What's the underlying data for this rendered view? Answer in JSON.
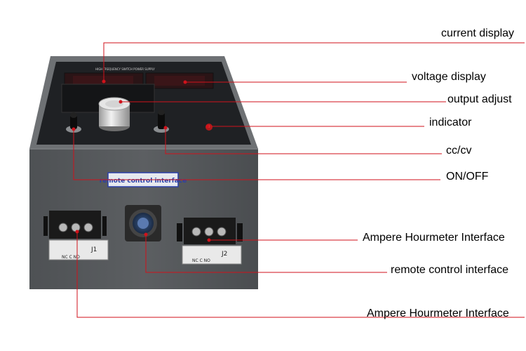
{
  "callouts": {
    "current_display": "current display",
    "voltage_display": "voltage display",
    "output_adjust": "output adjust",
    "indicator": "indicator",
    "cc_cv": "cc/cv",
    "on_off": "ON/OFF",
    "ampere_hourmeter_right": "Ampere Hourmeter Interface",
    "remote_control_interface": "remote control interface",
    "ampere_hourmeter_bottom": "Ampere Hourmeter Interface"
  },
  "device": {
    "front_label": "remote control interface",
    "terminal_left_name": "J1",
    "terminal_right_name": "J2",
    "terminal_left_pins": "NC  C  NO",
    "terminal_right_pins": "NC  C  NO",
    "top_title": "HIGH FREQUENCY SWITCH POWER SUPPLY"
  },
  "colors": {
    "leader_line": "#d0121b",
    "device_body": "#56595c",
    "panel": "#1f2124",
    "label_border": "#2a3fa8"
  }
}
